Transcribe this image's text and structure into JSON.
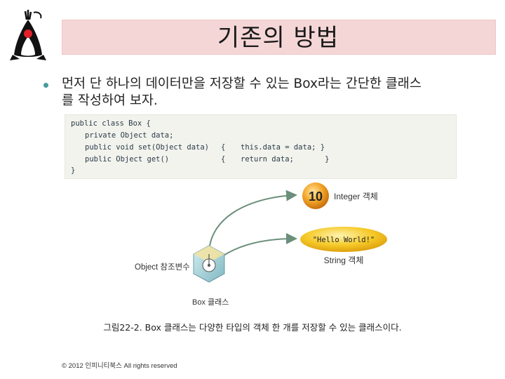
{
  "title": "기존의 방법",
  "bullet": {
    "line1": "먼저 단 하나의 데이터만을 저장할 수 있는 Box라는 간단한 클래스",
    "line2": "를 작성하여 보자."
  },
  "code": {
    "line1": "public class Box {",
    "line2": "private Object data;",
    "line3_left": "public void set(Object data)",
    "line3_brace": "{",
    "line3_right": "this.data = data; }",
    "line4_left": "public Object get()",
    "line4_brace": "{",
    "line4_right": "return data;       }",
    "line5": "}"
  },
  "diagram": {
    "integer_value": "10",
    "integer_label": "Integer 객체",
    "string_value": "\"Hello World!\"",
    "string_label": "String 객체",
    "object_ref_label": "Object 참조변수",
    "box_label": "Box 클래스"
  },
  "caption": "그림22-2. Box 클래스는 다양한 타입의 객체 한 개를 저장할 수 있는 클래스이다.",
  "footer": "© 2012 인피니티북스  All rights reserved",
  "colors": {
    "title_bar": "#f5d6d6",
    "orange_ball": "#f0a020",
    "yellow_ellipse": "#f5c61c",
    "arrow_green": "#6b8f7a"
  }
}
